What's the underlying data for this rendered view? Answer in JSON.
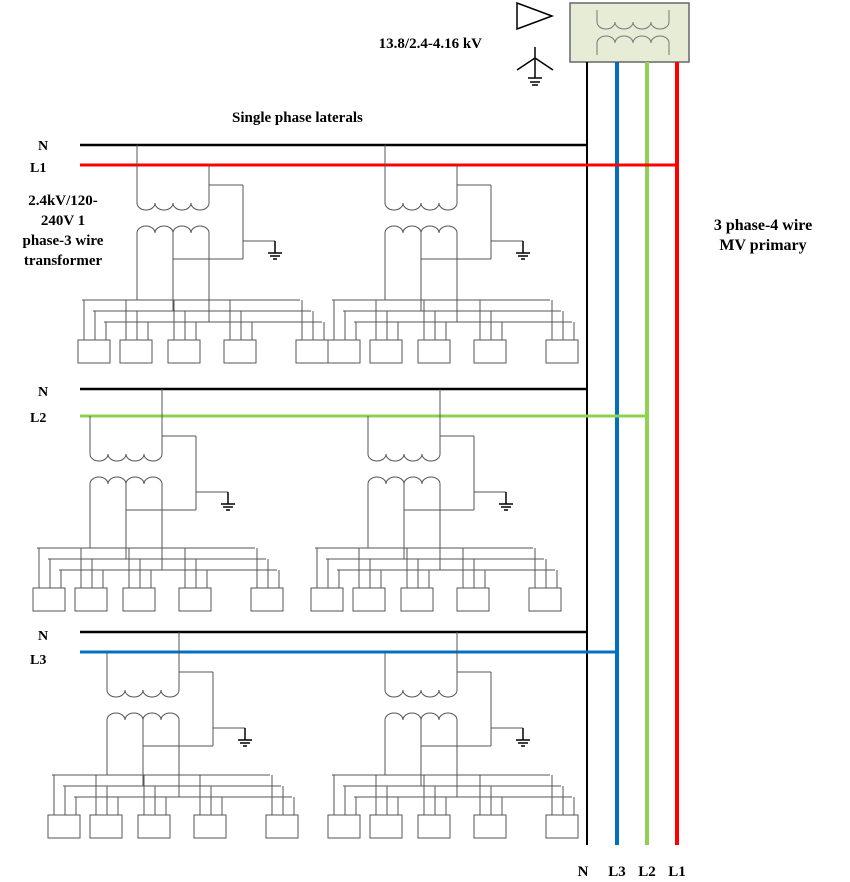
{
  "title": {
    "voltage": "13.8/2.4-4.16 kV",
    "laterals_heading": "Single phase laterals",
    "primary_label": [
      "3 phase-4 wire",
      "MV primary"
    ],
    "transformer_label": [
      "2.4kV/120-",
      "240V 1",
      "phase-3 wire",
      "transformer"
    ]
  },
  "colors": {
    "neutral": "#000000",
    "L1": "#ff0000",
    "L2": "#92d050",
    "L3": "#0070c0",
    "substation_fill": "#e6ecd6",
    "wire": "#555555"
  },
  "bus_labels": [
    "N",
    "L3",
    "L2",
    "L1"
  ],
  "laterals": [
    {
      "phase": "L1",
      "neutral_label": "N",
      "phase_label": "L1",
      "transformers": 2,
      "loads_per_transformer": 5
    },
    {
      "phase": "L2",
      "neutral_label": "N",
      "phase_label": "L2",
      "transformers": 2,
      "loads_per_transformer": 5
    },
    {
      "phase": "L3",
      "neutral_label": "N",
      "phase_label": "L3",
      "transformers": 2,
      "loads_per_transformer": 5
    }
  ],
  "symbols": [
    "source-triangle-icon",
    "wind-turbine-ground-icon",
    "substation-transformer-icon"
  ]
}
